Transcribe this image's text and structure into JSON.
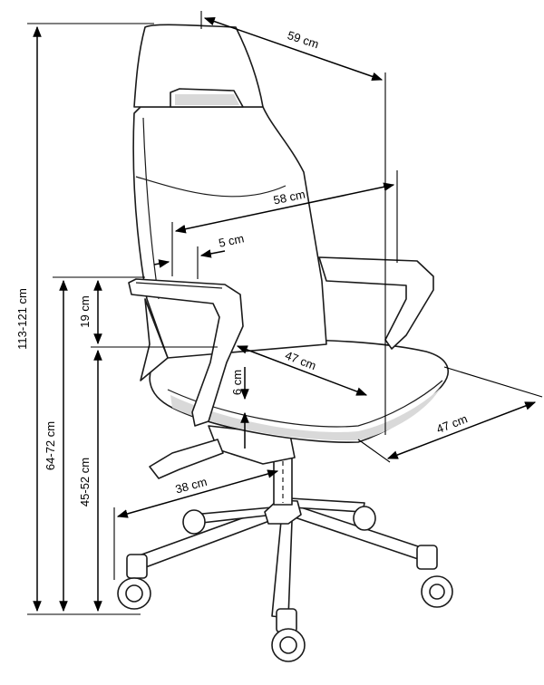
{
  "dimensions": {
    "total_height": "113-121 cm",
    "armrest_height": "64-72 cm",
    "seat_height": "45-52 cm",
    "arm_to_seat": "19 cm",
    "backrest_width": "59 cm",
    "chair_width": "58 cm",
    "arm_width": "5 cm",
    "seat_depth": "47 cm",
    "seat_width": "47 cm",
    "seat_thickness": "6 cm",
    "base_radius": "38 cm"
  },
  "colors": {
    "line": "#1a1a1a",
    "dimension": "#000000",
    "shade": "#d9d9d9"
  }
}
